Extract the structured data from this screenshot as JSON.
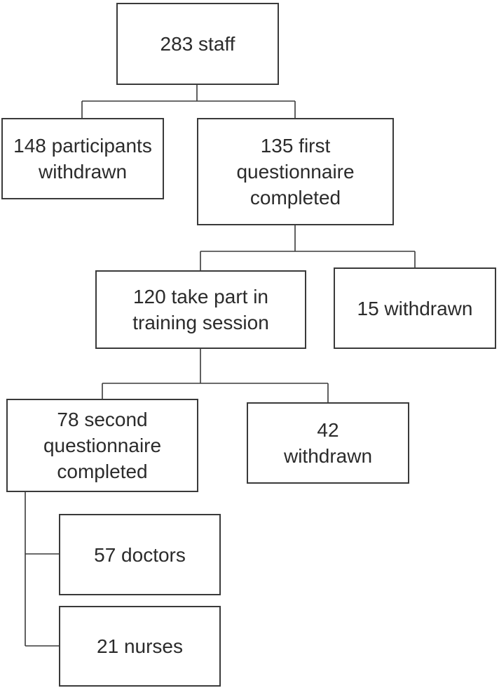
{
  "flowchart": {
    "nodes": {
      "staff": "283 staff",
      "withdrawn_initial": "148 participants withdrawn",
      "first_questionnaire": "135 first questionnaire completed",
      "training_session": "120 take part in training session",
      "withdrawn_after_first": "15 withdrawn",
      "second_questionnaire": "78 second questionnaire completed",
      "withdrawn_after_training": "42 withdrawn",
      "doctors": "57 doctors",
      "nurses": "21 nurses"
    },
    "edges": [
      {
        "from": "staff",
        "to": "withdrawn_initial"
      },
      {
        "from": "staff",
        "to": "first_questionnaire"
      },
      {
        "from": "first_questionnaire",
        "to": "training_session"
      },
      {
        "from": "first_questionnaire",
        "to": "withdrawn_after_first"
      },
      {
        "from": "training_session",
        "to": "second_questionnaire"
      },
      {
        "from": "training_session",
        "to": "withdrawn_after_training"
      },
      {
        "from": "second_questionnaire",
        "to": "doctors"
      },
      {
        "from": "second_questionnaire",
        "to": "nurses"
      }
    ]
  }
}
